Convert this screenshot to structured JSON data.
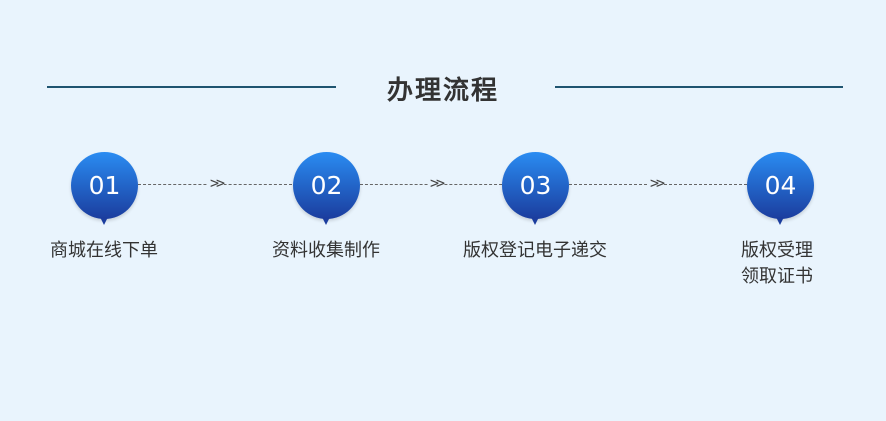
{
  "title": "办理流程",
  "steps": [
    {
      "num": "01",
      "label": "商城在线下单"
    },
    {
      "num": "02",
      "label": "资料收集制作"
    },
    {
      "num": "03",
      "label": "版权登记电子递交"
    },
    {
      "num": "04",
      "label": "版权受理",
      "label2": "领取证书"
    }
  ],
  "arrow": ">>"
}
